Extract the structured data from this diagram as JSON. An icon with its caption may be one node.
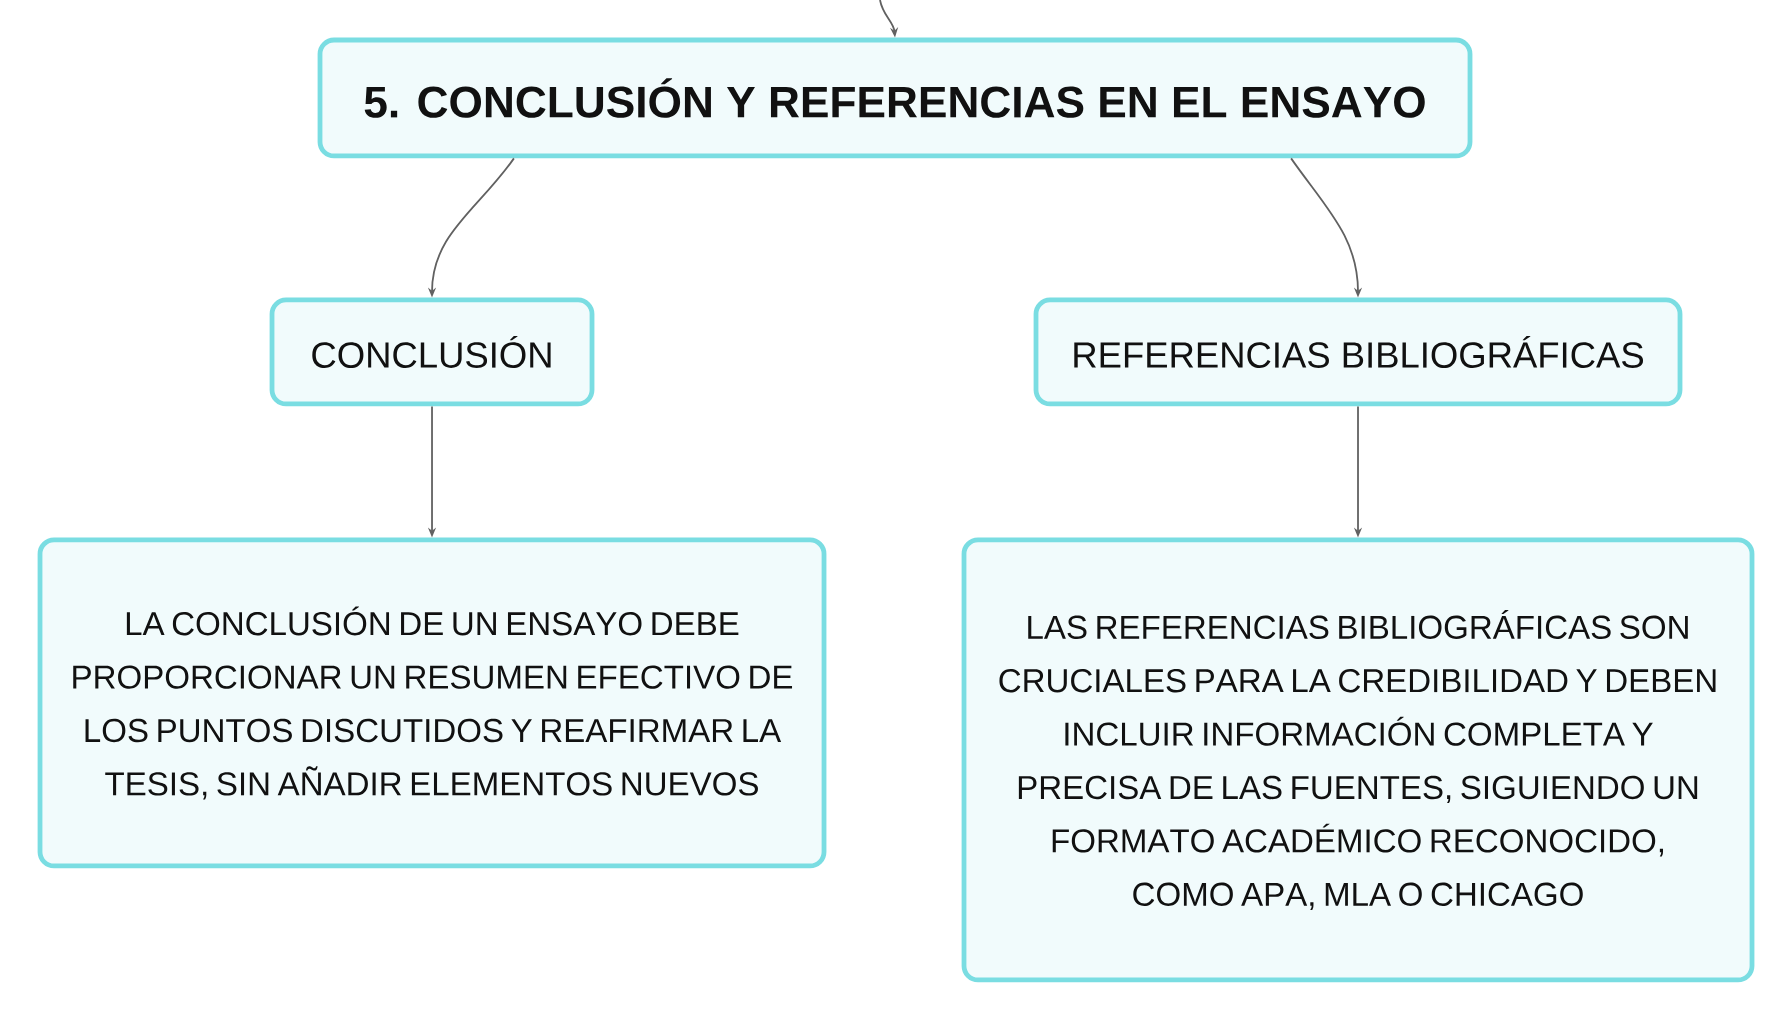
{
  "diagram": {
    "nodes": [
      {
        "text": [
          "5. CONCLUSIÓN Y REFERENCIAS EN EL ENSAYO"
        ]
      },
      {
        "text": [
          "CONCLUSIÓN"
        ]
      },
      {
        "text": [
          "REFERENCIAS BIBLIOGRÁFICAS"
        ]
      },
      {
        "text": [
          "LA CONCLUSIÓN DE UN ENSAYO DEBE PROPORCIONAR UN RESUMEN EFECTIVO DE LOS PUNTOS DISCUTIDOS Y REAFIRMAR LA TESIS, SIN AÑADIR ELEMENTOS NUEVOS"
        ]
      },
      {
        "text": [
          "LAS REFERENCIAS BIBLIOGRÁFICAS SON CRUCIALES PARA LA CREDIBILIDAD Y DEBEN INCLUIR INFORMACIÓN COMPLETA Y PRECISA DE LAS FUENTES, SIGUIENDO UN FORMATO ACADÉMICO RECONOCIDO, COMO APA, MLA O CHICAGO"
        ]
      }
    ],
    "edges": [
      {
        "from": null,
        "to": 0,
        "arrow": "to"
      },
      {
        "from": 0,
        "to": 1,
        "arrow": "to"
      },
      {
        "from": 0,
        "to": 2,
        "arrow": "to"
      },
      {
        "from": 1,
        "to": 3,
        "arrow": "to"
      },
      {
        "from": 2,
        "to": 4,
        "arrow": "to"
      }
    ]
  }
}
